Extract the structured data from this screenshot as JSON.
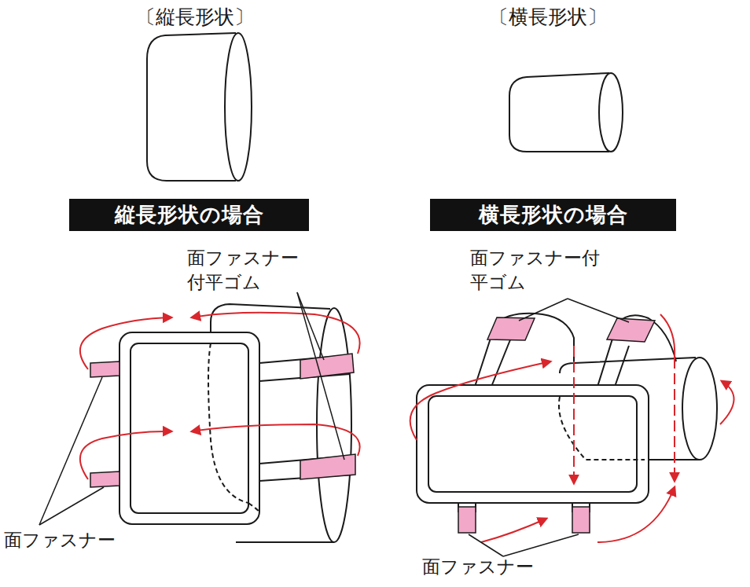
{
  "diagram": {
    "nodes": [
      {
        "text": [
          "縦長形状の場合"
        ]
      },
      {
        "text": [
          "横長形状の場合"
        ]
      }
    ],
    "labels": [
      "〔縦長形状〕",
      "〔横長形状〕",
      "面ファスナー 付平ゴム",
      "面ファスナー",
      "面ファスナー付 平ゴム",
      "面ファスナー"
    ]
  }
}
